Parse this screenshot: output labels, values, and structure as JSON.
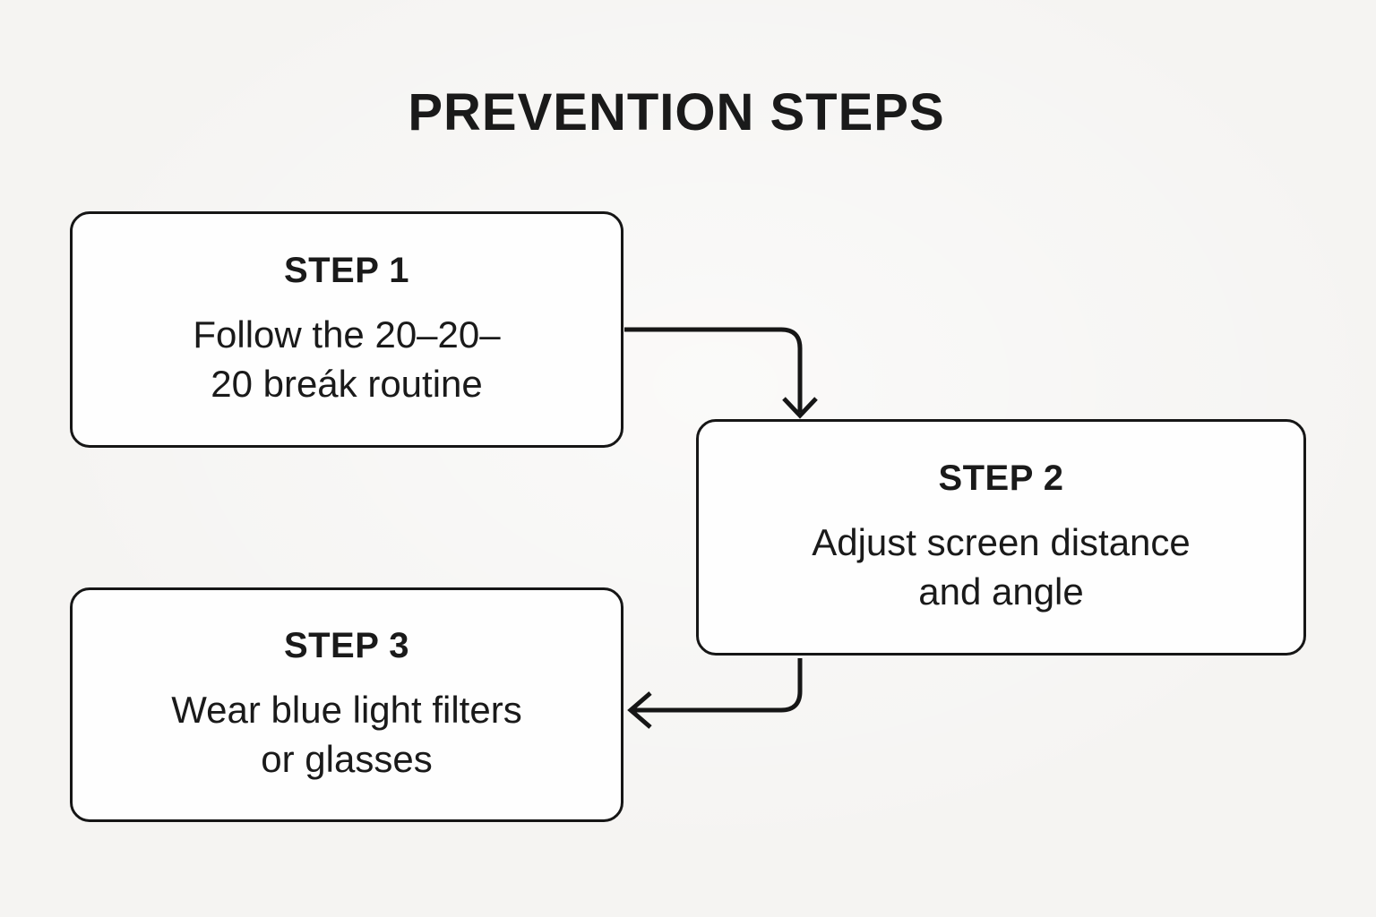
{
  "title": "PREVENTION STEPS",
  "steps": [
    {
      "label": "STEP 1",
      "description": "Follow the 20–20–20 breák routine"
    },
    {
      "label": "STEP 2",
      "description": "Adjust screen distance and angle"
    },
    {
      "label": "STEP 3",
      "description": "Wear blue light filters or glasses"
    }
  ],
  "connectors": [
    {
      "from": "STEP 1",
      "to": "STEP 2",
      "shape": "right-then-down",
      "arrowhead": "open-chevron-down"
    },
    {
      "from": "STEP 2",
      "to": "STEP 3",
      "shape": "down-then-left",
      "arrowhead": "open-chevron-left"
    }
  ],
  "colors": {
    "background": "#f5f4f2",
    "box_fill": "#fefefe",
    "line": "#161616",
    "text": "#1a1a1a"
  }
}
